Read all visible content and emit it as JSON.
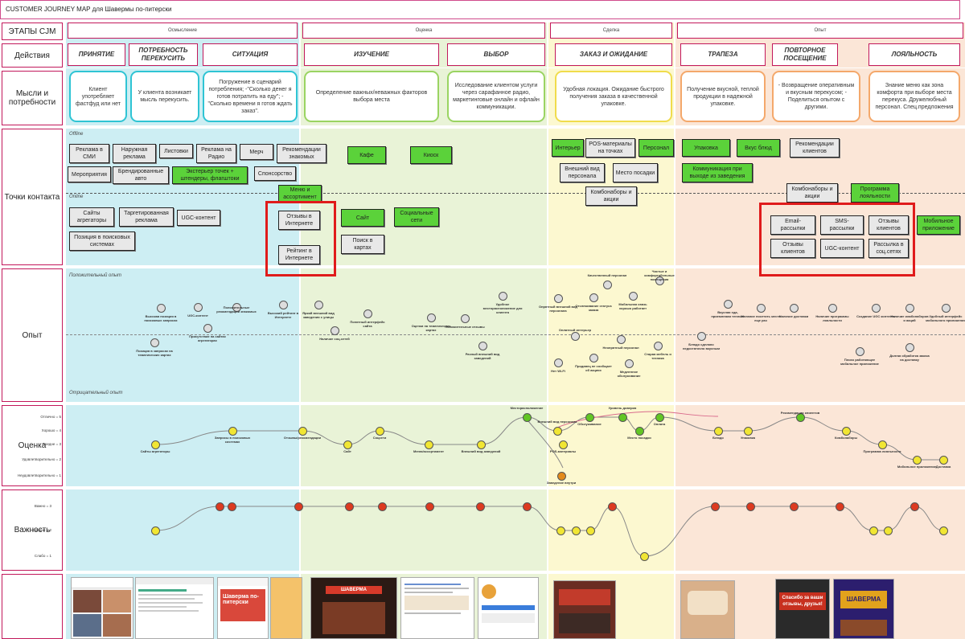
{
  "title": "CUSTOMER JOURNEY MAP для Шавермы по-питерски",
  "rows": {
    "stages": "ЭТАПЫ CJM",
    "actions": "Действия",
    "thoughts": "Мысли и потребности",
    "touchpoints": "Точки контакта",
    "experience": "Опыт",
    "rating": "Оценка",
    "importance": "Важность"
  },
  "stages": [
    "Осмысление",
    "Оценка",
    "Сделка",
    "Опыт"
  ],
  "actions": [
    "ПРИНЯТИЕ",
    "ПОТРЕБНОСТЬ ПЕРЕКУСИТЬ",
    "СИТУАЦИЯ",
    "ИЗУЧЕНИЕ",
    "ВЫБОР",
    "ЗАКАЗ И ОЖИДАНИЕ",
    "ТРАПЕЗА",
    "ПОВТОРНОЕ ПОСЕЩЕНИЕ",
    "ЛОЯЛЬНОСТЬ"
  ],
  "thoughts": [
    "Клиент употребляет фастфуд или нет",
    "У клиента возникает мысль перекусить.",
    "Погружение в сценарий потребления; -\"Сколько денег я готов потратить на еду\"; - \"Сколько времени я готов ждать заказ\".",
    "Определение важных/неважных факторов выбора места",
    "Исследование клиентом услуги через сарафанное радио, маркетинговые онлайн и офлайн коммуникации.",
    "Удобная локация. Ожидание быстрого получения заказа в качественной упаковке.",
    "Получение вкусной, теплой продукции в надежной упаковке.",
    "- Возвращение оперативным и вкусным перекусом; - Поделиться опытом с другими.",
    "Знание меню как зона комфорта при выборе места перекуса. Дружелюбный персонал. Спец.предложения"
  ],
  "touch_labels": {
    "offline": "Offline",
    "online": "Online"
  },
  "chips": [
    "Реклама в СМИ",
    "Наружная реклама",
    "Листовки",
    "Реклама на Радио",
    "Мерч",
    "Рекомендации знакомых",
    "Мероприятия",
    "Брендированные авто",
    "Экстерьер точек + штендеры, флагштоки",
    "Спонсорство",
    "Меню и ассортимент",
    "Кафе",
    "Киоск",
    "Сайты агрегаторы",
    "Таргетированная реклама",
    "UGC-контент",
    "Позиция в поисковых системах",
    "Отзывы в Интернете",
    "Рейтинг в Интернете",
    "Сайт",
    "Социальные сети",
    "Поиск в картах",
    "Интерьер",
    "POS-материалы на точках",
    "Персонал",
    "Внешний вид персонала",
    "Место посадки",
    "Комбонаборы и акции",
    "Упаковка",
    "Вкус блюд",
    "Рекомендации клиентов",
    "Коммуникация при выходе из заведения",
    "Комбонаборы и акции",
    "Программа лояльности",
    "Email-рассылки",
    "SMS-рассылки",
    "Отзывы клиентов",
    "Мобильное приложение",
    "Отзывы клиентов",
    "UGC-контент",
    "Рассылка в соц.сетях"
  ],
  "exp_labels": {
    "positive": "Положительный опыт",
    "negative": "Отрицательный опыт"
  },
  "exp_points": [
    "Высокая позиция в поисковых запросах",
    "UGC-контент",
    "Положительные рекомендации знакомых",
    "Высокий рейтинг в Интернете",
    "Позиция в запросах на тематических картах",
    "Присутствие на сайтах агрегаторах",
    "Яркий внешний вид заведения с улицы",
    "Наличие соц.сетей",
    "Понятный интерфейс сайта",
    "Оценки на тематических картах",
    "Положительные отзывы",
    "Удобное месторасположение для клиента",
    "Разный внешний вид заведений",
    "Опрятный внешний вид персонала",
    "Отслеживание статуса заказа",
    "Качественный персонал",
    "Мобильная связь хорошо работает",
    "Чистые и комфортабельные помещения",
    "Оплатный интерьер",
    "Неопрятный персонал",
    "Старая мебель и техника",
    "Нет Wi-Fi",
    "Продавец не сообщает об акциях",
    "Медленное обслуживание",
    "Вкусная еда, приемлемая теплота",
    "Блюдо сделано недостаточно вкусным",
    "Желание посетить место еще раз",
    "Наличие доставки",
    "Наличие программы лояльности",
    "Создание UGC контента",
    "Наличие комбонаборов и акций",
    "Удобный интерфейс мобильного приложения",
    "Плохо работающее мобильное приложение",
    "Долгая обработка заказа на доставку"
  ],
  "rating_scale": [
    "Отлично = 5",
    "Хорошо = 4",
    "Средне = 3",
    "Удовлетворительно = 2",
    "Неудовлетворительно = 1"
  ],
  "rating_points": [
    "Сайты агрегаторы",
    "Запросы в поисковых системах",
    "Отзывы/рекомендации",
    "Сайт",
    "Соцсети",
    "Меню/ассортимент",
    "Внешний вид заведений",
    "Месторасположение",
    "Внешний вид персонала",
    "POS-материалы",
    "Заведение внутри",
    "Обслуживание",
    "Уровень доверия",
    "Место посадки",
    "Оплата",
    "Блюдо",
    "Упаковка",
    "Рекомендации клиентов",
    "Комбонаборы",
    "Программа лояльности",
    "Мобильное приложение",
    "Доставка"
  ],
  "importance_scale": [
    "Важно = 3",
    "Средне = 2",
    "Слабо = 1"
  ],
  "screens": {
    "shawarma_banner": "Шаверма по-питерски",
    "thanks": "Спасибо за ваши отзывы, друзья!",
    "brand": "ШАВЕРМА"
  },
  "colors": {
    "stage1": "#cdeef3",
    "stage2": "#e9f3d7",
    "stage3": "#fcf8d0",
    "stage4": "#fbe6d7",
    "accent": "#c2185b",
    "green": "#5bd23a",
    "red": "#e01b1b"
  }
}
